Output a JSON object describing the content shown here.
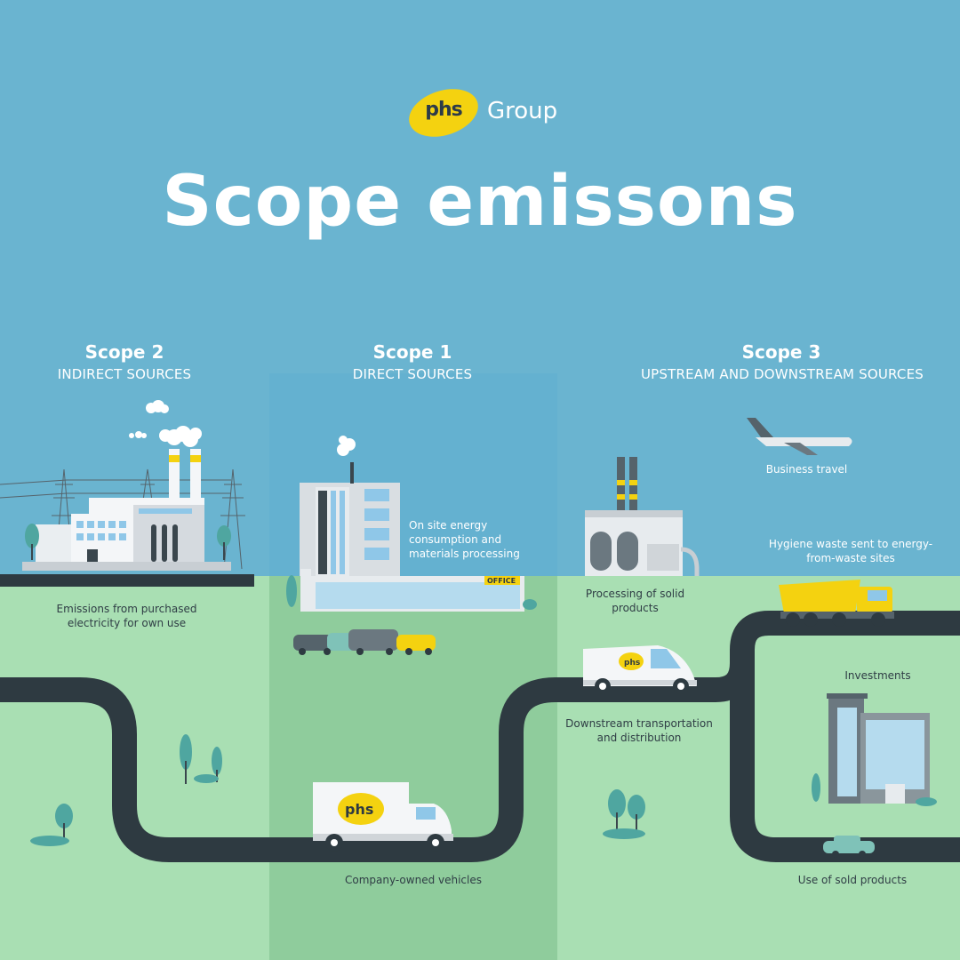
{
  "brand": {
    "badge": "phs",
    "group": "Group"
  },
  "title": "Scope emissons",
  "scopes": [
    {
      "heading": "Scope 2",
      "subheading": "INDIRECT SOURCES"
    },
    {
      "heading": "Scope 1",
      "subheading": "DIRECT SOURCES"
    },
    {
      "heading": "Scope 3",
      "subheading": "UPSTREAM AND DOWNSTREAM SOURCES"
    }
  ],
  "labels": {
    "scope2_electricity": "Emissions from purchased electricity for own use",
    "scope1_onsite": "On site energy consumption and materials processing",
    "scope1_vehicles": "Company-owned vehicles",
    "scope3_travel": "Business travel",
    "scope3_waste": "Hygiene waste sent to energy-from-waste sites",
    "scope3_processing": "Processing of solid products",
    "scope3_transport": "Downstream transportation and distribution",
    "scope3_investments": "Investments",
    "scope3_use": "Use of sold products"
  },
  "vehicle_text": {
    "office_sign": "OFFICE",
    "truck_logo": "phs",
    "van_logo": "phs"
  },
  "colors": {
    "sky": "#6ab4d0",
    "ground": "#a9dfb3",
    "scope1_band": "#8fcc9c",
    "road": "#2e3a41",
    "brand_yellow": "#f4d210",
    "tree": "#4fa6a0"
  }
}
